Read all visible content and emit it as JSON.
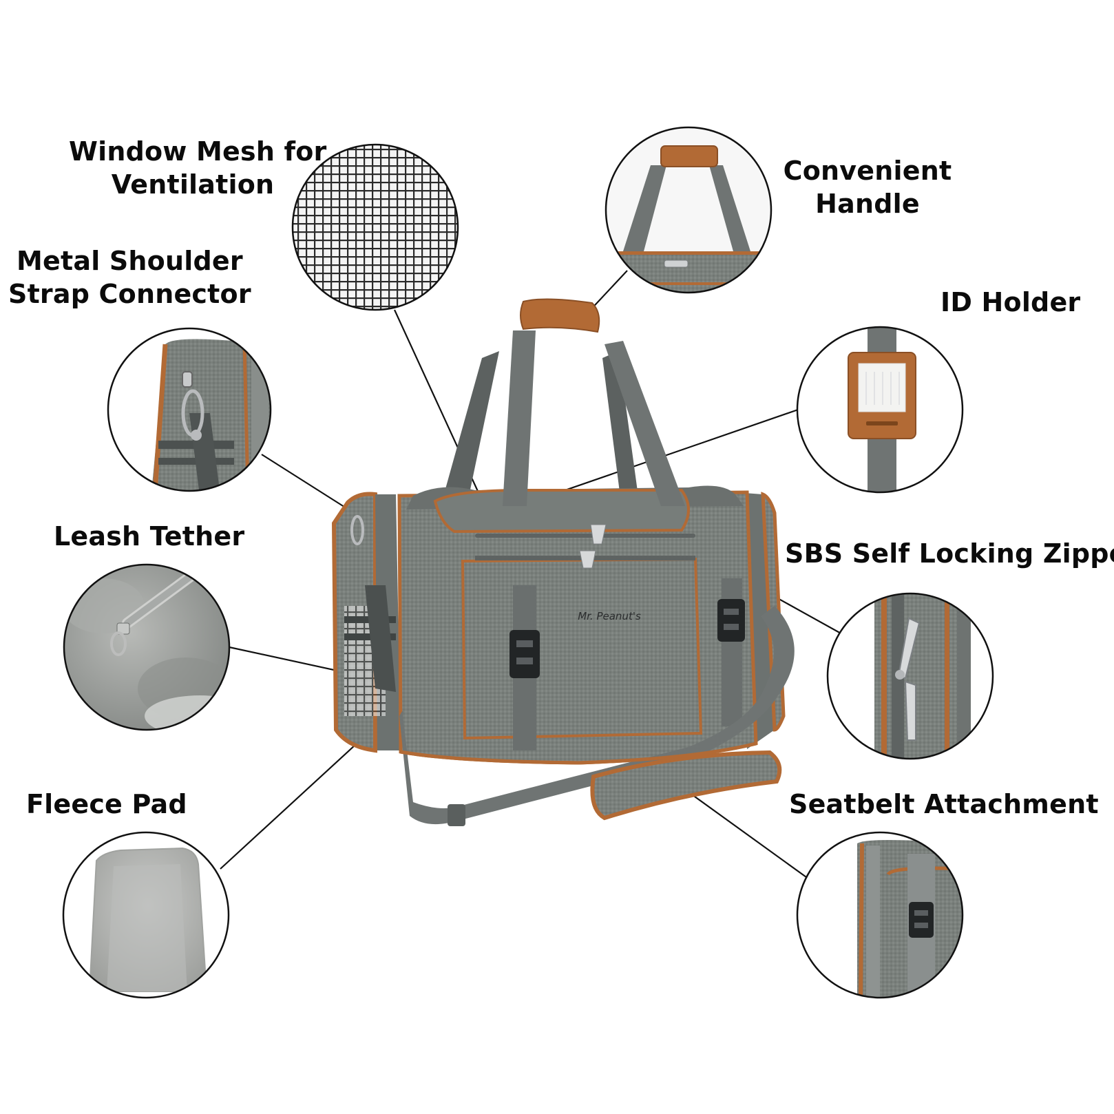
{
  "colors": {
    "fabric": "#7a807c",
    "fabric_dark": "#5c625f",
    "strap": "#6f7473",
    "leather": "#b26a35",
    "leather_dark": "#8a4f25",
    "buckle": "#222526",
    "line": "#111111"
  },
  "callouts": {
    "window_mesh": {
      "line1": "Window Mesh for",
      "line2": "Ventilation"
    },
    "metal_shoulder": {
      "line1": "Metal Shoulder",
      "line2": "Strap Connector"
    },
    "leash_tether": {
      "line1": "Leash Tether"
    },
    "fleece_pad": {
      "line1": "Fleece Pad"
    },
    "convenient_handle": {
      "line1": "Convenient",
      "line2": "Handle"
    },
    "id_holder": {
      "line1": "ID Holder"
    },
    "sbs_zipper": {
      "line1": "SBS Self Locking Zipper"
    },
    "seatbelt": {
      "line1": "Seatbelt Attachment"
    }
  },
  "bag": {
    "brand": "Mr. Peanut's"
  },
  "icons": [
    "mesh-texture-icon",
    "handle-detail-icon",
    "id-tag-icon",
    "zipper-pull-icon",
    "buckle-icon",
    "fleece-icon",
    "snap-hook-icon"
  ]
}
